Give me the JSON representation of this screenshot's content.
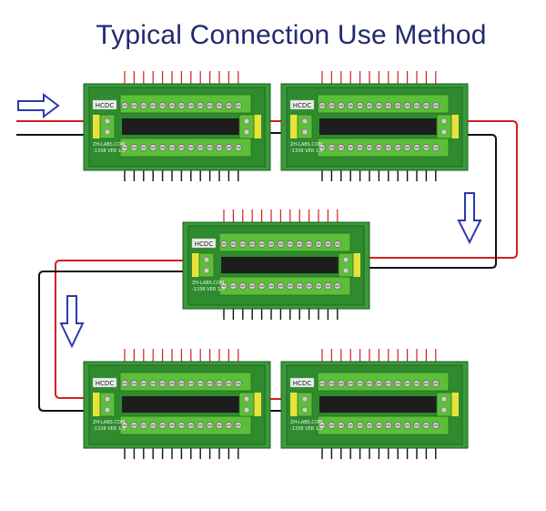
{
  "title": "Typical Connection Use Method",
  "board": {
    "brand_label": "HCDC",
    "maker_label": "ZH-LABS.COM",
    "model_label": "-1338 VER 1.0"
  },
  "colors": {
    "title": "#1f2a6e",
    "pcb": "#2e8b2e",
    "terminal_block": "#5cbf3a",
    "screw": "#cfd3c6",
    "power_pos_wire": "#d21f1f",
    "power_neg_wire": "#111111",
    "arrow": "#2b3aa8"
  },
  "boards": [
    {
      "id": "board-1"
    },
    {
      "id": "board-2"
    },
    {
      "id": "board-3"
    },
    {
      "id": "board-4"
    },
    {
      "id": "board-5"
    }
  ],
  "arrows": [
    {
      "id": "power-input-arrow",
      "direction": "right"
    },
    {
      "id": "flow-arrow-down-1",
      "direction": "down"
    },
    {
      "id": "flow-arrow-down-2",
      "direction": "down"
    }
  ]
}
